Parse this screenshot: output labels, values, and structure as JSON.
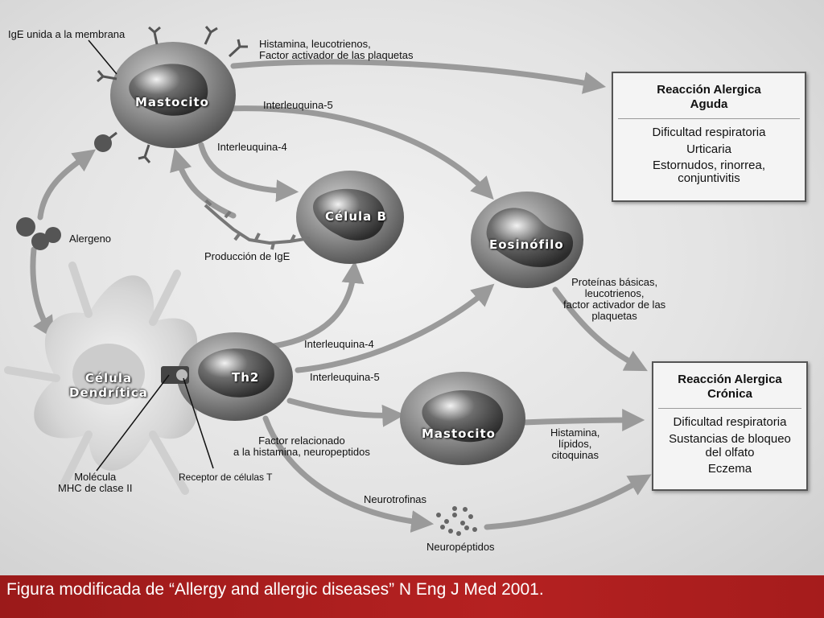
{
  "cells": {
    "mastocito_top": "Mastocito",
    "celula_b": "Célula B",
    "eosinofilo": "Eosinófilo",
    "celula_dendritica": "Célula\nDendrítica",
    "th2": "Th2",
    "mastocito_bottom": "Mastocito"
  },
  "labels": {
    "ige_membrana": "IgE unida a la membrana",
    "histamina_top": "Histamina, leucotrienos,\nFactor activador de las plaquetas",
    "interleuquina5_top": "Interleuquina-5",
    "interleuquina4_top": "Interleuquina-4",
    "alergeno": "Alergeno",
    "produccion_ige": "Producción de IgE",
    "proteinas": "Proteínas básicas,\nleucotrienos,\nfactor activador de las\nplaquetas",
    "interleuquina4_mid": "Interleuquina-4",
    "interleuquina5_mid": "Interleuquina-5",
    "factor_relacionado": "Factor relacionado\na la histamina, neuropeptidos",
    "histamina_bottom": "Histamina,\nlípidos,\ncitoquinas",
    "molecula_mhc": "Molécula\nMHC de clase II",
    "receptor": "Receptor de células T",
    "neurotrofinas": "Neurotrofinas",
    "neuropeptidos": "Neuropéptidos"
  },
  "aguda": {
    "title": "Reacción Alergica\nAguda",
    "items": [
      "Dificultad respiratoria",
      "Urticaria",
      "Estornudos, rinorrea,\nconjuntivitis"
    ]
  },
  "cronica": {
    "title": "Reacción Alergica\nCrónica",
    "items": [
      "Dificultad respiratoria",
      "Sustancias de bloqueo\ndel olfato",
      "Eczema"
    ]
  },
  "footer": {
    "caption": "Figura modificada de “Allergy and allergic diseases” N Eng J Med 2001."
  },
  "colors": {
    "footer_red": "#a51c1c",
    "arrow_gray": "#9a9a9a"
  }
}
